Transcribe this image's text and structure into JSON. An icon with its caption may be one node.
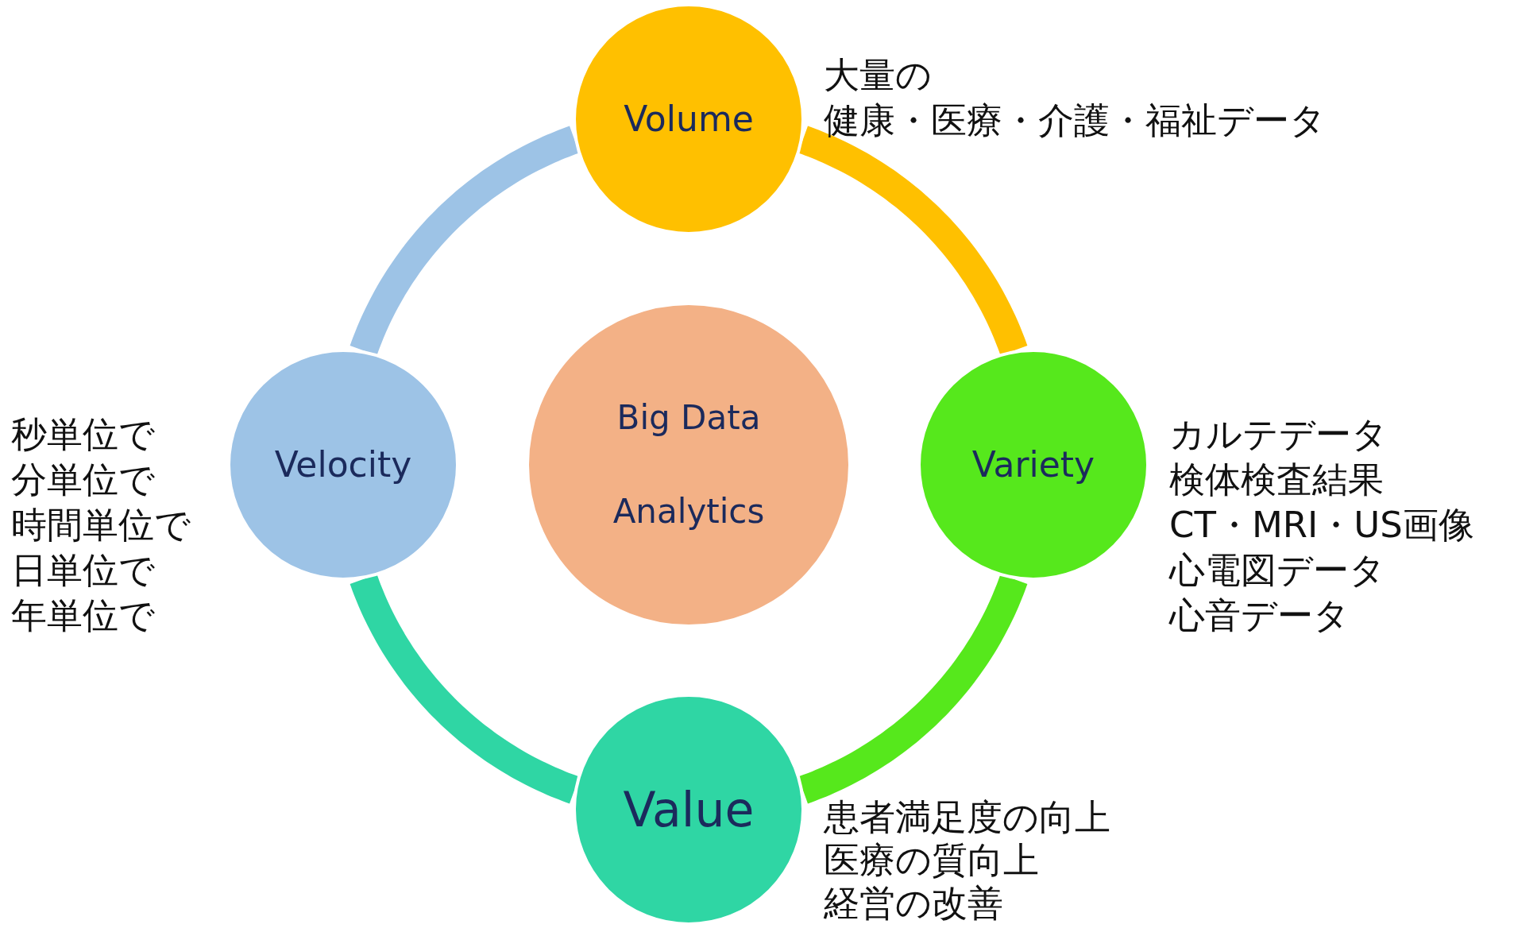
{
  "diagram": {
    "nodes": [
      {
        "text": [
          "Big Data Analytics"
        ]
      },
      {
        "text": [
          "Volume"
        ],
        "beside": [
          "大量の",
          "健康・医療・介護・福祉データ"
        ]
      },
      {
        "text": [
          "Variety"
        ],
        "beside": [
          "カルテデータ",
          "検体検査結果",
          "CT・MRI・US画像",
          "心電図データ",
          "心音データ"
        ]
      },
      {
        "text": [
          "Value"
        ],
        "beside": [
          "患者満足度の向上",
          "医療の質向上",
          "経営の改善"
        ]
      },
      {
        "text": [
          "Velocity"
        ],
        "beside": [
          "秒単位で",
          "分単位で",
          "時間単位で",
          "日単位で",
          "年単位で"
        ]
      }
    ],
    "edges": [
      {
        "from": 1,
        "to": 2,
        "arrow": "none",
        "color": "#ffc000"
      },
      {
        "from": 2,
        "to": 3,
        "arrow": "none",
        "color": "#56e81c"
      },
      {
        "from": 3,
        "to": 4,
        "arrow": "none",
        "color": "#2fd6a4"
      },
      {
        "from": 4,
        "to": 1,
        "arrow": "none",
        "color": "#9dc3e6"
      }
    ]
  }
}
